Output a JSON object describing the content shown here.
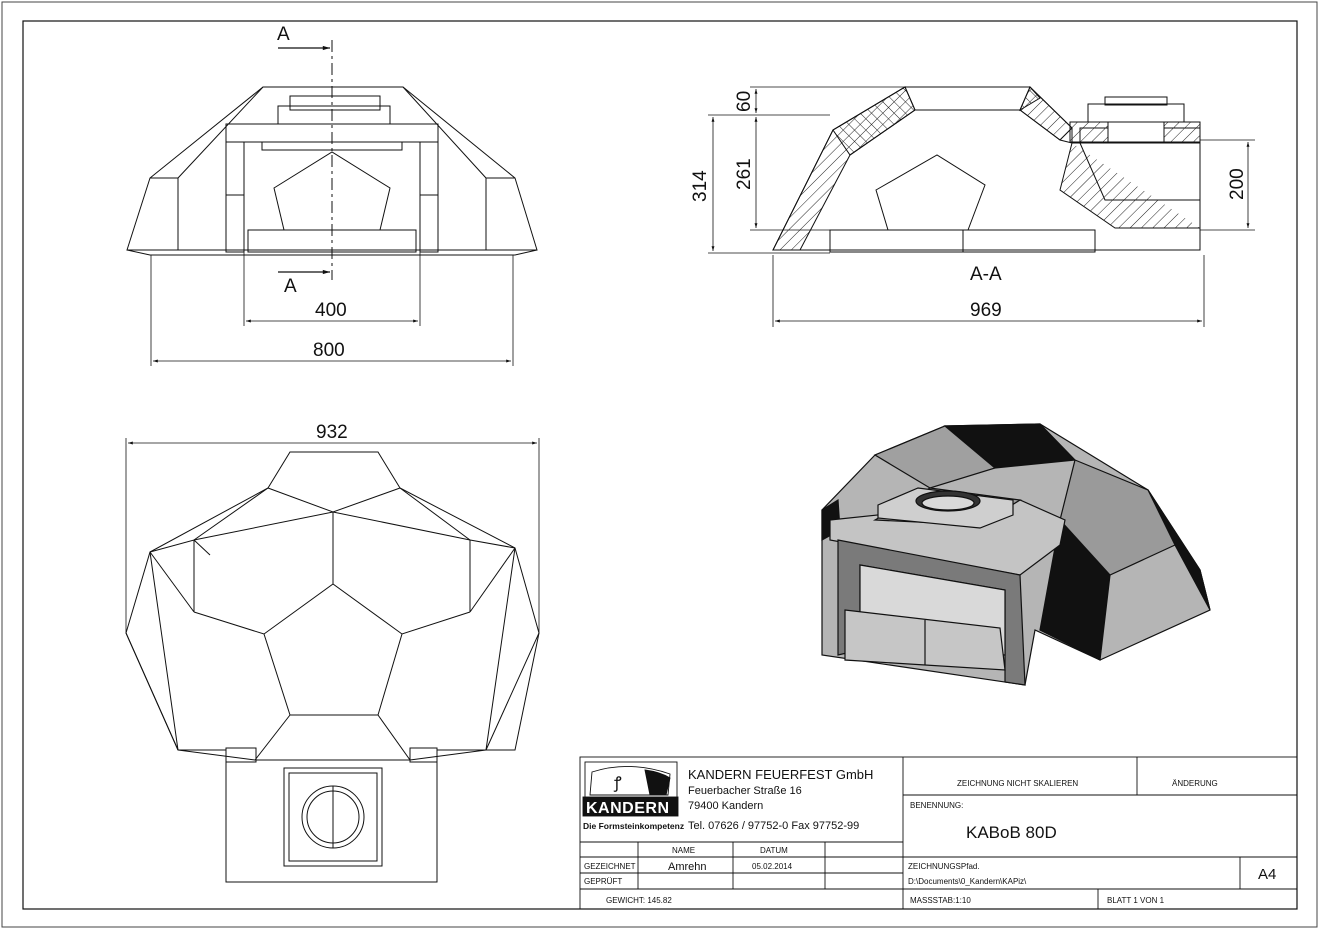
{
  "company": {
    "name": "KANDERN FEUERFEST GmbH",
    "street": "Feuerbacher Straße 16",
    "city": "79400 Kandern",
    "contact": "Tel. 07626 / 97752-0  Fax 97752-99",
    "logo_text": "KANDERN",
    "slogan": "Die Formsteinkompetenz"
  },
  "titleblock": {
    "col_name": "NAME",
    "col_date": "DATUM",
    "drawn_label": "GEZEICHNET",
    "drawn_name": "Amrehn",
    "drawn_date": "05.02.2014",
    "checked_label": "GEPRÜFT",
    "weight": "GEWICHT: 145.82",
    "no_scale": "ZEICHNUNG NICHT SKALIEREN",
    "revision": "ÄNDERUNG",
    "designation_label": "BENENNUNG:",
    "designation": "KABoB 80D",
    "path_label": "ZEICHNUNGSPfad.",
    "path": "D:\\Documents\\0_Kandern\\KAPiz\\",
    "scale": "MASSSTAB:1:10",
    "sheet": "BLATT 1 VON 1",
    "format": "A4"
  },
  "dimensions": {
    "front_width_opening": "400",
    "front_width_total": "800",
    "section_height_total": "314",
    "section_height_body": "261",
    "section_height_top": "60",
    "section_height_right": "200",
    "section_length": "969",
    "top_width": "932"
  },
  "labels": {
    "section_marker_top": "A",
    "section_marker_bottom": "A",
    "section_title": "A-A"
  }
}
